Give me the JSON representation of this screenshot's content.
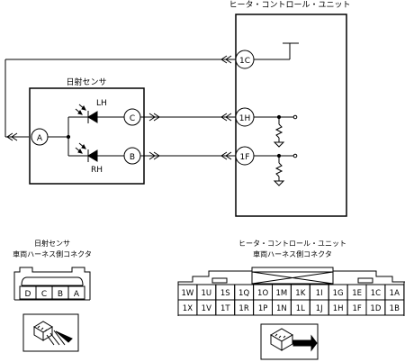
{
  "labels": {
    "heater_unit_title": "ヒータ・コントロール・ユニット",
    "sun_sensor_title": "日射センサ",
    "lh": "LH",
    "rh": "RH",
    "pin_a": "A",
    "pin_b": "B",
    "pin_c": "C",
    "pin_1c": "1C",
    "pin_1h": "1H",
    "pin_1f": "1F"
  },
  "sensor_connector": {
    "title_line1": "日射センサ",
    "title_line2": "車両ハーネス側コネクタ",
    "pins": [
      "D",
      "C",
      "B",
      "A"
    ]
  },
  "unit_connector": {
    "title_line1": "ヒータ・コントロール・ユニット",
    "title_line2": "車両ハーネス側コネクタ",
    "row1": [
      "1W",
      "1U",
      "1S",
      "1Q",
      "1O",
      "1M",
      "1K",
      "1I",
      "1G",
      "1E",
      "1C",
      "1A"
    ],
    "row2": [
      "1X",
      "1V",
      "1T",
      "1R",
      "1P",
      "1N",
      "1L",
      "1J",
      "1H",
      "1F",
      "1D",
      "1B"
    ]
  }
}
